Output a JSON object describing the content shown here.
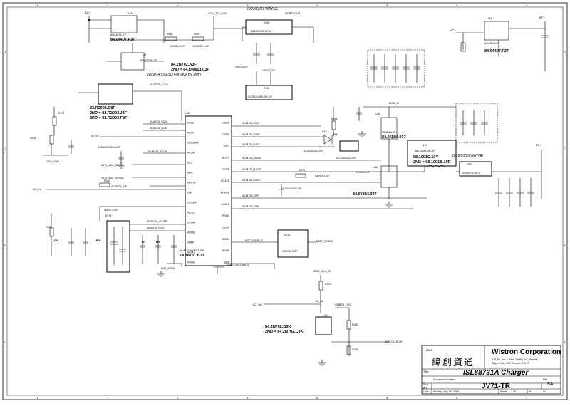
{
  "sheet": {
    "border_coords": {
      "top": [
        "8",
        "7",
        "6",
        "5",
        "4",
        "3",
        "2",
        "1"
      ],
      "left": [
        "D",
        "C",
        "B",
        "A"
      ]
    }
  },
  "nets": {
    "ac_in": "AC+",
    "ac_in2": "AC+",
    "bt_plus": "BT+",
    "bt_plus2": "BT+",
    "ac_to_sys": "AC+_TO_SYS",
    "dcbatout": "DCBATOUT",
    "chg_agnd": "CHG_AGND",
    "acok": "ISL88731_ACOK",
    "acin": "ISL88731_ACIN",
    "vddp": "ISL88731_VDDP",
    "boot": "ISL88731_BOOT",
    "ugate": "ISL88731_UGATE",
    "phase": "ISL88731_PHASE",
    "lgate": "ISL88731_LGATE",
    "csip": "ISL88731_CSIP",
    "csin": "ISL88731_CSIN",
    "vcomp": "ISL88731_VCOMP",
    "ichg": "ISL88731_ICHG",
    "dcin": "ISL88731_DCIN",
    "sda": "ISL88731_SDA",
    "scl": "ISL88731_SCL",
    "ac_in_net": "AC_IN",
    "v3_aux": "3D3V_AUX_S5",
    "lgate_net": "ISL88731_LDO",
    "batt_sense": "BATT_SENSE_R"
  },
  "parts": {
    "u33": "U33",
    "u33_pn": "84.04407.F37",
    "u33_name": "AO4407A-GP",
    "u34": "U34",
    "u34_pn": "84.04407.F37",
    "u34_name": "AO4407A-GP",
    "q6": "84.2N702.A3F",
    "q6_2nd": "2ND = 84.DM601.03F",
    "q6_name": "2N7002DW-GP",
    "rework_note": "2009/04/15 ESD For 2KV By John",
    "d_u": "83.R2003.C8F",
    "d_2nd": "2ND = 83.R2003.J8F",
    "d_3rd": "3RD = 83.R2003.F8F",
    "u36": "U36",
    "u36_name": "FDS6984-GP",
    "u36_pn": "84.06884.037",
    "u38": "U38",
    "u38_pn": "84.06884.037",
    "l21": "L21",
    "l21_name": "IND-10UH-259-GP",
    "l21_pn": "68.1001C.10Y",
    "l21_2nd": "2ND = 68.1001B.10R",
    "wayne1": "2009/03/23 WAYNE",
    "wayne2": "2009/03/23 WAYNE",
    "u32": "U32",
    "isl_pn": "74.88731.B73",
    "isl_name": "ISL88731AHRZ-T-GP",
    "q8_pn": "84.2N702.B3K",
    "q8_2nd": "2ND = 84.2N702.C3K",
    "r252": "R252",
    "r253": "R253",
    "r259": "R259",
    "r260": "R260",
    "r261": "R261",
    "r276": "R276",
    "r278": "R278",
    "r270": "R270",
    "r269": "R269",
    "r266": "R266",
    "r288": "R288",
    "r277": "R277",
    "r279": "R279",
    "r280": "R280",
    "r282": "R282",
    "r284": "R284"
  },
  "pins": {
    "left": [
      "DCIN",
      "ACIN",
      "VDDSMB",
      "ACOK",
      "SCL",
      "SDA",
      "NC#14",
      "ICM",
      "VCOMP",
      "NCS5",
      "ICOMP",
      "AGND",
      "VREF",
      "NCM1",
      "PGND"
    ],
    "right": [
      "CSSP",
      "CSSN",
      "VCC",
      "BOOT",
      "VDDP",
      "UGATE",
      "PHASE",
      "LGATE",
      "PGND",
      "CSOP",
      "CSON",
      "NGFR",
      "VFB"
    ],
    "top": "AC/N"
  },
  "labels": {
    "smbus_scl": "3D3V_AUX_S5 SCL",
    "smbus_sda": "3D3V_AUX_S5 SDA",
    "ac_in_left": "AC_IN",
    "batt_sense": "BATT_SENSE",
    "ac_in_bottom": "AC_IN#",
    "isl_acok": "ISL88731_ACOK"
  },
  "title_block": {
    "company_cn": "緯創資通",
    "company": "Wistron Corporation",
    "address1": "21F, 88, Sec.1, Hsin Tai Wu Rd., Hsichih,",
    "address2": "Taipei Hsien 221, Taiwan, R.O.C.",
    "title_label": "Title",
    "title": "ISL88731A Charger",
    "size_label": "Size",
    "size": "A3",
    "doc_label": "Document Number",
    "doc": "JV71-TR",
    "rev_label": "Rev",
    "rev": "SA",
    "date_label": "Date:",
    "date": "Monday, July 06, 2009",
    "sheet_label": "Sheet",
    "sheet": "40",
    "of_label": "of",
    "of": "91",
    "uma": "UMA"
  }
}
